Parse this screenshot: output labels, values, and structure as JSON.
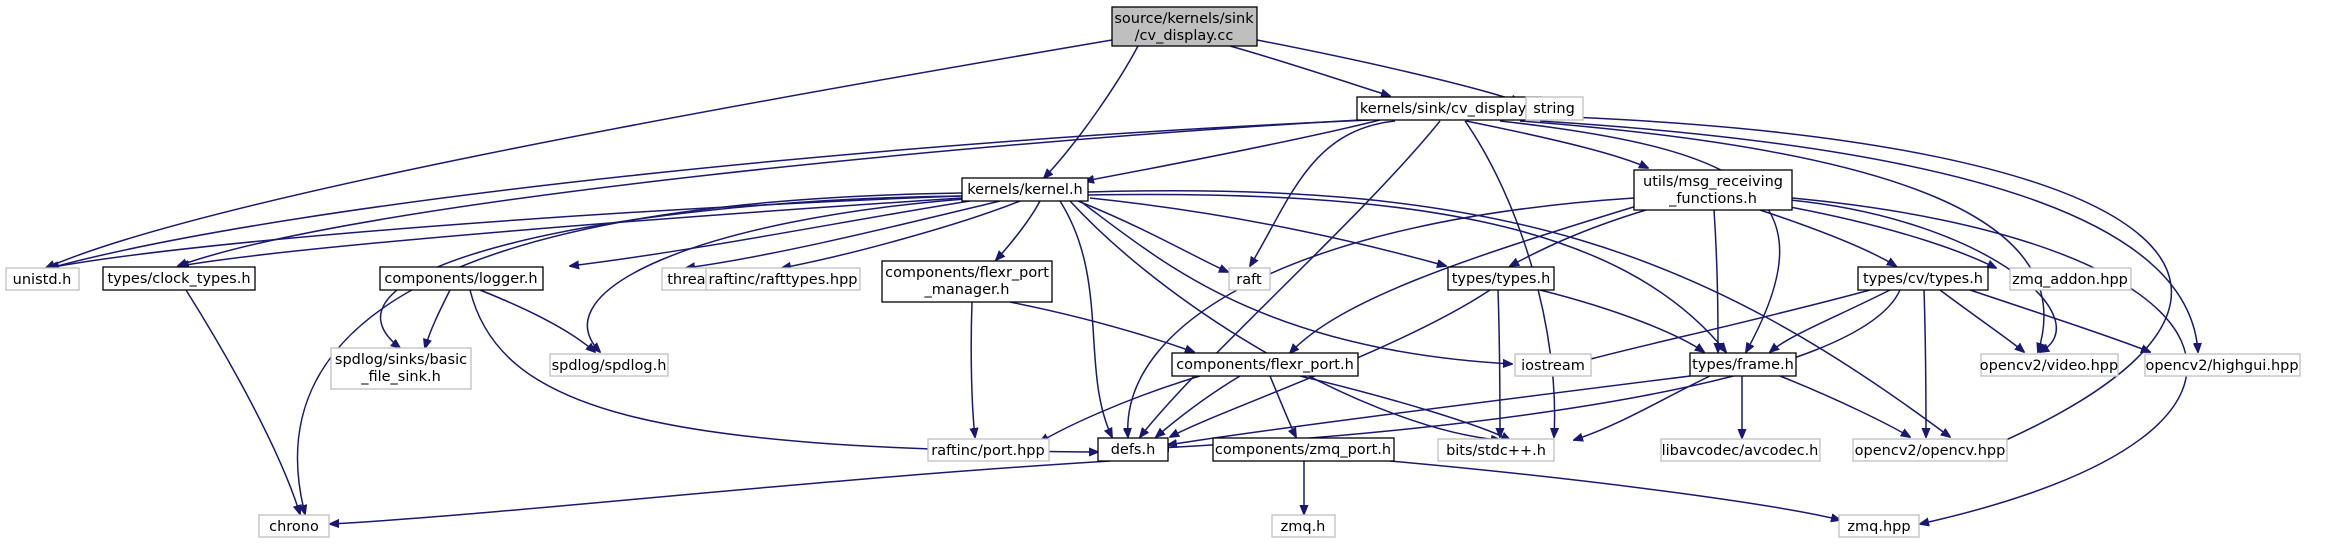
{
  "nodes": {
    "cv_display_cc": [
      "source/kernels/sink",
      "/cv_display.cc"
    ],
    "cv_display_h": [
      "kernels/sink/cv_display.h"
    ],
    "string": [
      "string"
    ],
    "kernel_h": [
      "kernels/kernel.h"
    ],
    "msg_receiving": [
      "utils/msg_receiving",
      "_functions.h"
    ],
    "unistd": [
      "unistd.h"
    ],
    "clock_types": [
      "types/clock_types.h"
    ],
    "logger": [
      "components/logger.h"
    ],
    "thread": [
      "thread"
    ],
    "rafttypes": [
      "raftinc/rafttypes.hpp"
    ],
    "flexr_port_manager": [
      "components/flexr_port",
      "_manager.h"
    ],
    "raft": [
      "raft"
    ],
    "types_h": [
      "types/types.h"
    ],
    "cv_types": [
      "types/cv/types.h"
    ],
    "zmq_addon": [
      "zmq_addon.hpp"
    ],
    "basic_file_sink": [
      "spdlog/sinks/basic",
      "_file_sink.h"
    ],
    "spdlog": [
      "spdlog/spdlog.h"
    ],
    "iostream": [
      "iostream"
    ],
    "flexr_port": [
      "components/flexr_port.h"
    ],
    "frame_h": [
      "types/frame.h"
    ],
    "video_hpp": [
      "opencv2/video.hpp"
    ],
    "highgui_hpp": [
      "opencv2/highgui.hpp"
    ],
    "raftinc_port": [
      "raftinc/port.hpp"
    ],
    "defs_h": [
      "defs.h"
    ],
    "zmq_port": [
      "components/zmq_port.h"
    ],
    "stdcpp": [
      "bits/stdc++.h"
    ],
    "avcodec": [
      "libavcodec/avcodec.h"
    ],
    "opencv_hpp": [
      "opencv2/opencv.hpp"
    ],
    "chrono": [
      "chrono"
    ],
    "zmq_h": [
      "zmq.h"
    ],
    "zmq_hpp": [
      "zmq.hpp"
    ]
  }
}
